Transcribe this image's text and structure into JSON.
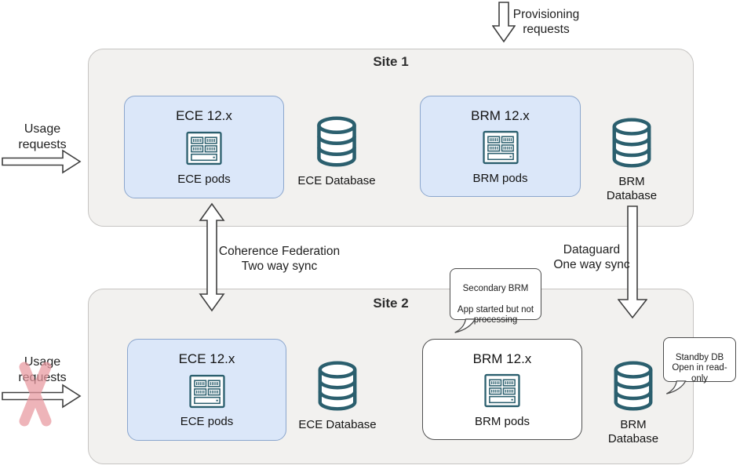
{
  "diagram_title": "BRM/ECE two-site disaster recovery architecture",
  "colors": {
    "site_fill": "#f2f1ef",
    "site_border": "#c6c4c2",
    "app_box_fill": "#dbe7f9",
    "app_box_border": "#8ba6cd",
    "icon_stroke": "#2b5f6e",
    "arrow_outline": "#3f3f3f",
    "text": "#1c1c1c",
    "cross_red": "#e8989f"
  },
  "icons": [
    "down-arrow-icon",
    "right-arrow-icon",
    "double-vertical-arrow-icon",
    "server-rack-icon",
    "database-cylinder-icon",
    "red-cross-icon"
  ],
  "top": {
    "provisioning_label": "Provisioning\nrequests"
  },
  "left": {
    "usage_top_label": "Usage\nrequests",
    "usage_bottom_label": "Usage\nrequests"
  },
  "site1": {
    "title": "Site 1",
    "ece_box": {
      "title": "ECE 12.x",
      "subtitle": "ECE pods"
    },
    "ece_db_label": "ECE Database",
    "brm_box": {
      "title": "BRM 12.x",
      "subtitle": "BRM pods"
    },
    "brm_db_label": "BRM\nDatabase"
  },
  "site2": {
    "title": "Site 2",
    "ece_box": {
      "title": "ECE 12.x",
      "subtitle": "ECE pods"
    },
    "ece_db_label": "ECE Database",
    "brm_box": {
      "title": "BRM 12.x",
      "subtitle": "BRM pods"
    },
    "brm_db_label": "BRM\nDatabase"
  },
  "connectors": {
    "coherence_label": "Coherence Federation\nTwo way sync",
    "dataguard_label": "Dataguard\nOne way sync"
  },
  "callouts": {
    "secondary_brm": "Secondary BRM\n\nApp started but not\nprocessing",
    "standby_db": "Standby DB\nOpen in read-\nonly"
  }
}
